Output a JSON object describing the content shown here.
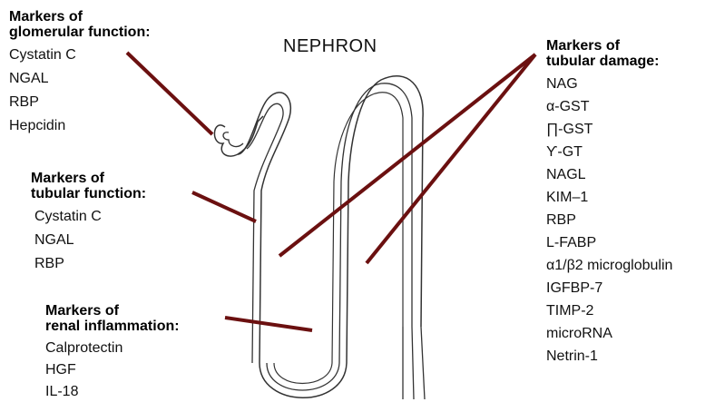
{
  "title": "NEPHRON",
  "colors": {
    "pointer": "#6b1010",
    "outline": "#333333"
  },
  "groups": {
    "glomerular": {
      "heading": [
        "Markers of",
        "glomerular function:"
      ],
      "items": [
        "Cystatin C",
        "NGAL",
        "RBP",
        "Hepcidin"
      ]
    },
    "tubular_function": {
      "heading": [
        "Markers of",
        "tubular function:"
      ],
      "items": [
        "Cystatin C",
        "NGAL",
        "RBP"
      ]
    },
    "inflammation": {
      "heading": [
        "Markers of",
        "renal inflammation:"
      ],
      "items": [
        "Calprotectin",
        "HGF",
        "IL-18"
      ]
    },
    "tubular_damage": {
      "heading": [
        "Markers of",
        "tubular damage:"
      ],
      "items": [
        "NAG",
        "α-GST",
        "∏-GST",
        "ϒ-GT",
        "NAGL",
        "KIM–1",
        "RBP",
        "L-FABP",
        "α1/β2 microglobulin",
        "IGFBP-7",
        "TIMP-2",
        "microRNA",
        "Netrin-1"
      ]
    }
  }
}
